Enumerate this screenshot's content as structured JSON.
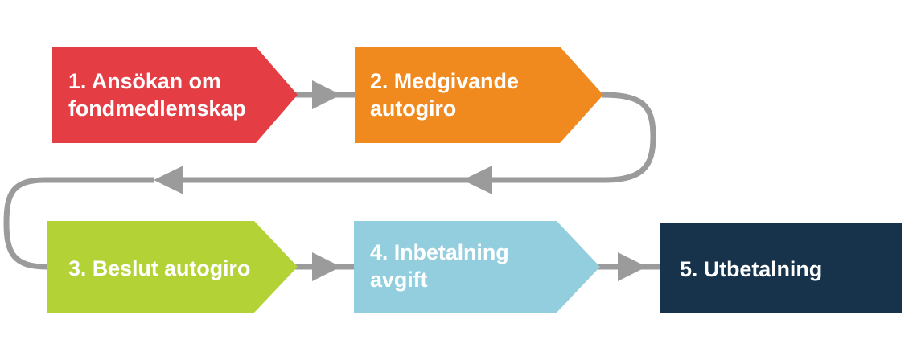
{
  "diagram": {
    "title_visible": false,
    "background_color": "#ffffff",
    "connector_color": "#9B9B9B",
    "text_color": "#ffffff",
    "steps": [
      {
        "id": "step-1",
        "number": "1.",
        "label": "1. Ansökan om\nfondmedlemskap",
        "shape": "chevron",
        "color": "#E43D44",
        "row": 1
      },
      {
        "id": "step-2",
        "number": "2.",
        "label": "2. Medgivande\nautogiro",
        "shape": "chevron",
        "color": "#F08A1E",
        "row": 1
      },
      {
        "id": "step-3",
        "number": "3.",
        "label": "3. Beslut autogiro",
        "shape": "chevron",
        "color": "#B2D235",
        "row": 2
      },
      {
        "id": "step-4",
        "number": "4.",
        "label": "4. Inbetalning\navgift",
        "shape": "chevron",
        "color": "#92CEDE",
        "row": 2
      },
      {
        "id": "step-5",
        "number": "5.",
        "label": "5. Utbetalning",
        "shape": "rectangle",
        "color": "#17334B",
        "row": 2
      }
    ],
    "connectors": [
      {
        "id": "arrow-1-to-2",
        "from": "step-1",
        "to": "step-2",
        "kind": "straight-arrow",
        "direction": "right"
      },
      {
        "id": "loop-2-to-return",
        "from": "step-2",
        "to": "return-line",
        "kind": "curve",
        "direction": "down-left"
      },
      {
        "id": "return-line",
        "from": "step-2",
        "to": "step-3",
        "kind": "return-line",
        "direction": "left",
        "arrowheads": 2
      },
      {
        "id": "loop-return-to-3",
        "from": "return-line",
        "to": "step-3",
        "kind": "curve",
        "direction": "down-right"
      },
      {
        "id": "arrow-3-to-4",
        "from": "step-3",
        "to": "step-4",
        "kind": "straight-arrow",
        "direction": "right"
      },
      {
        "id": "arrow-4-to-5",
        "from": "step-4",
        "to": "step-5",
        "kind": "straight-arrow",
        "direction": "right"
      }
    ]
  }
}
